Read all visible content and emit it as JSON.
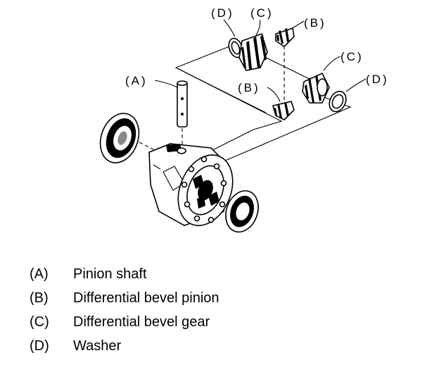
{
  "callouts": {
    "a": "(A)",
    "b_top": "(B)",
    "b_mid": "(B)",
    "c_top": "(C)",
    "c_right": "(C)",
    "d_top": "(D)",
    "d_right": "(D)"
  },
  "legend": [
    {
      "key": "(A)",
      "desc": "Pinion shaft"
    },
    {
      "key": "(B)",
      "desc": "Differential bevel pinion"
    },
    {
      "key": "(C)",
      "desc": "Differential bevel gear"
    },
    {
      "key": "(D)",
      "desc": "Washer"
    }
  ]
}
